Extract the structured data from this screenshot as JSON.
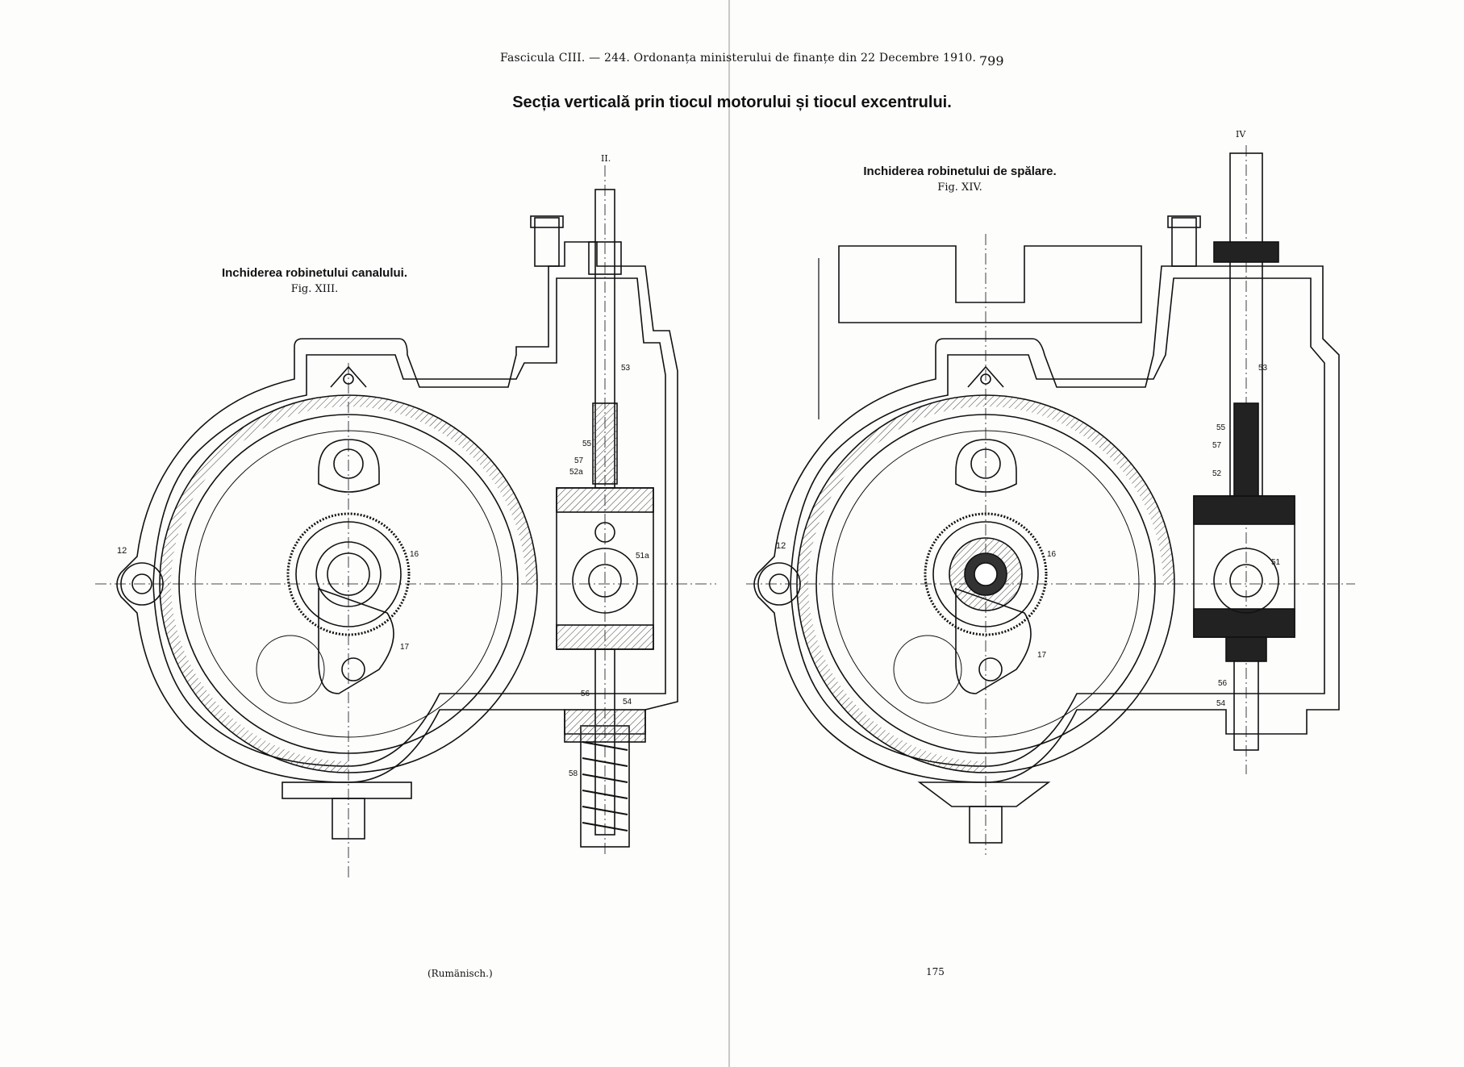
{
  "header": {
    "running_title": "Fascicula CIII. — 244. Ordonanța ministerului de finanțe din 22 Decembre 1910.",
    "page_number": "799"
  },
  "title": "Secția verticală prin tiocul motorului și tiocul excentrului.",
  "fig13": {
    "caption": "Inchiderea robinetului canalului.",
    "label": "Fig. XIII.",
    "section_mark": "II.",
    "parts": [
      "12",
      "16",
      "17",
      "53",
      "55",
      "57",
      "52a",
      "51a",
      "56",
      "54",
      "58"
    ]
  },
  "fig14": {
    "caption": "Inchiderea robinetului de spălare.",
    "label": "Fig. XIV.",
    "section_mark": "IV",
    "parts": [
      "12",
      "16",
      "17",
      "53",
      "55",
      "57",
      "52",
      "51",
      "56",
      "54"
    ]
  },
  "footer": {
    "left": "(Rumänisch.)",
    "right": "175"
  },
  "colors": {
    "ink": "#111111",
    "paper": "#fdfdfc",
    "hatch": "#444444"
  }
}
